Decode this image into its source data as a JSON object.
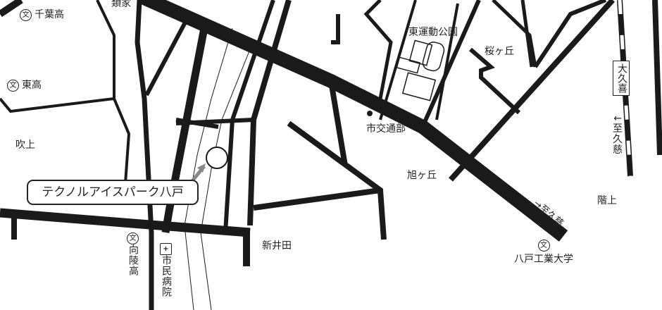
{
  "map": {
    "labels": {
      "chiba_high": "千葉高",
      "higashi_high": "東高",
      "fukiage": "吹上",
      "ruike": "類家",
      "higashi_park": "東運動公園",
      "sakuragaoka": "桜ヶ丘",
      "city_transport": "市交通部",
      "asahigaoka": "旭ヶ丘",
      "shinaida": "新井田",
      "mukairyo_high": "向陵高",
      "city_hospital": "市民病院",
      "hachinohe_tech": "八戸工業大学",
      "to_kuji_road": "→至久慈",
      "to_kuji_rail": "↓至久慈",
      "kaijo": "階上",
      "station": "大久喜"
    },
    "school_symbol": "文",
    "hospital_symbol": "+",
    "callout": "テクノルアイスパーク八戸",
    "colors": {
      "road": "#1a1a1a",
      "arrow": "#888888"
    }
  }
}
